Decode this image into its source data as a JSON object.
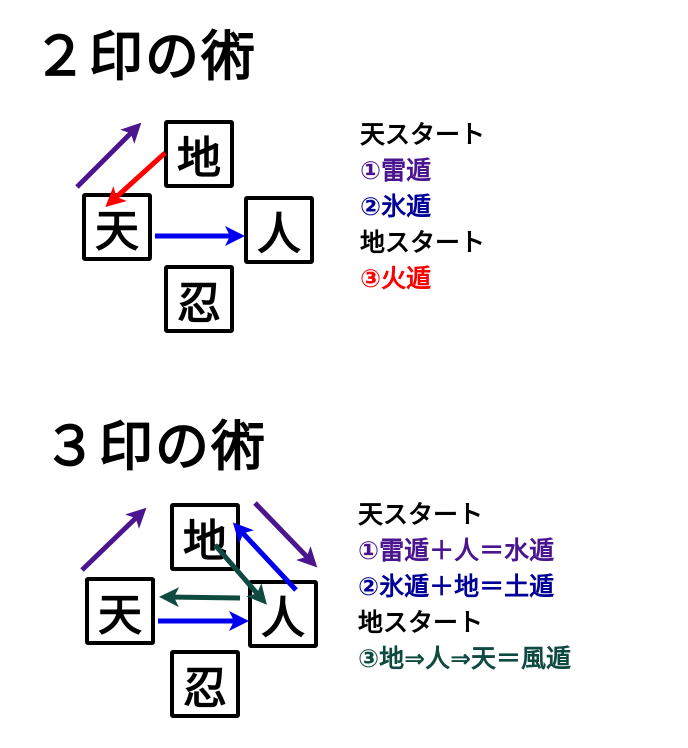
{
  "colors": {
    "purple": "#4b1590",
    "blue": "#0000ee",
    "red": "#ff0000",
    "darkblue": "#000099",
    "teal": "#0f4a40",
    "black": "#000000"
  },
  "sections": [
    {
      "title": "２印の術",
      "boxes": {
        "chi": "地",
        "ten": "天",
        "jin": "人",
        "nin": "忍"
      },
      "legend": [
        {
          "text": "天スタート",
          "color": "black"
        },
        {
          "text": "①雷遁",
          "color": "purple"
        },
        {
          "text": "②氷遁",
          "color": "darkblue"
        },
        {
          "text": "地スタート",
          "color": "black"
        },
        {
          "text": "③火遁",
          "color": "red"
        }
      ]
    },
    {
      "title": "３印の術",
      "boxes": {
        "chi": "地",
        "ten": "天",
        "jin": "人",
        "nin": "忍"
      },
      "legend": [
        {
          "text": "天スタート",
          "color": "black"
        },
        {
          "text": "①雷遁＋人＝水遁",
          "color": "purple"
        },
        {
          "text": "②氷遁＋地＝土遁",
          "color": "darkblue"
        },
        {
          "text": "地スタート",
          "color": "black"
        },
        {
          "text": "③地⇒人⇒天＝風遁",
          "color": "teal"
        }
      ]
    }
  ]
}
